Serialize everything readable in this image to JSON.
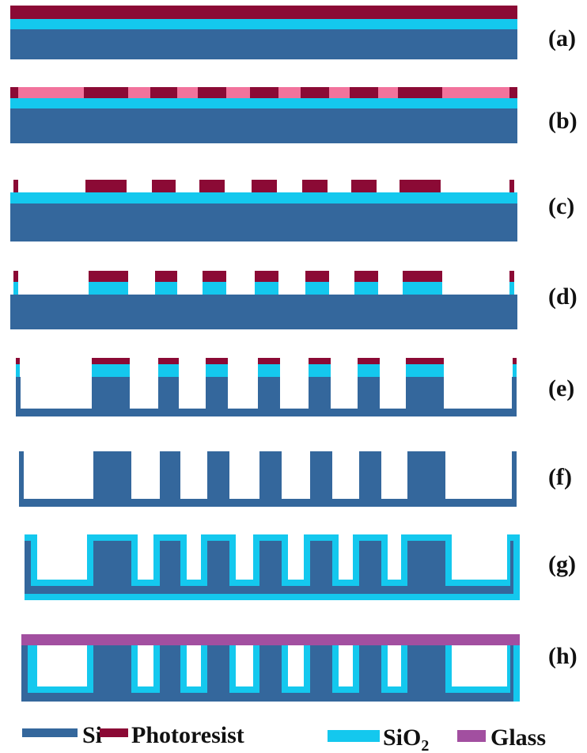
{
  "steps": [
    {
      "label": "(a)",
      "kind": "layers"
    },
    {
      "label": "(b)",
      "kind": "exposed"
    },
    {
      "label": "(c)",
      "kind": "developed"
    },
    {
      "label": "(d)",
      "kind": "oxide_etched"
    },
    {
      "label": "(e)",
      "kind": "si_etched"
    },
    {
      "label": "(f)",
      "kind": "stripped"
    },
    {
      "label": "(g)",
      "kind": "oxidized"
    },
    {
      "label": "(h)",
      "kind": "bonded"
    }
  ],
  "legend": [
    {
      "label": "Si",
      "color": "#34679c"
    },
    {
      "label": "Photoresist",
      "color": "#8b0a35"
    },
    {
      "label": "SiO",
      "subscript": "2",
      "color": "#14c8ee"
    },
    {
      "label": "Glass",
      "color": "#a24fa0"
    }
  ],
  "colors": {
    "si": "#34679c",
    "photoresist": "#8b0a35",
    "sio2": "#14c8ee",
    "exposed_resist": "#f2739c",
    "glass": "#a24fa0",
    "background": "#ffffff"
  }
}
